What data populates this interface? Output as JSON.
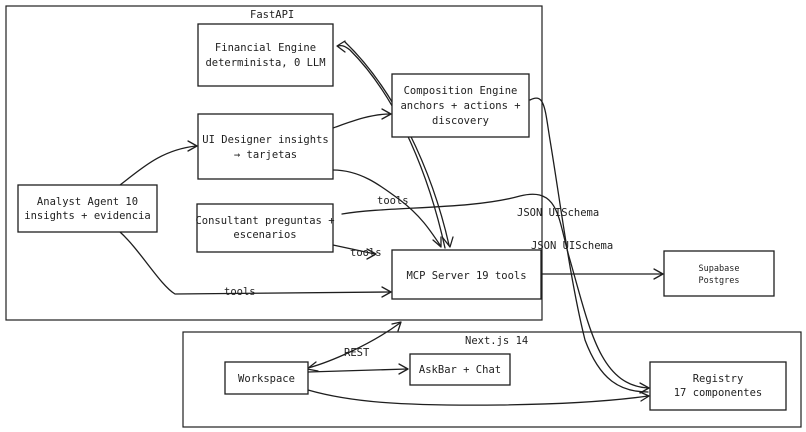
{
  "groups": {
    "fastapi": "FastAPI",
    "nextjs": "Next.js 14"
  },
  "nodes": {
    "financial": [
      "Financial Engine",
      "determinista, 0 LLM"
    ],
    "composition": [
      "Composition Engine",
      "anchors + actions +",
      "discovery"
    ],
    "ui_designer": [
      "UI Designer insights",
      "→ tarjetas"
    ],
    "analyst": [
      "Analyst Agent 10",
      "insights + evidencia"
    ],
    "consultant": [
      "Consultant preguntas +",
      "escenarios"
    ],
    "mcp": [
      "MCP Server 19 tools"
    ],
    "supabase": [
      "Supabase",
      "Postgres"
    ],
    "workspace": [
      "Workspace"
    ],
    "askbar": [
      "AskBar + Chat"
    ],
    "registry": [
      "Registry",
      "17 componentes"
    ]
  },
  "edge_labels": {
    "tools_ui": "tools",
    "tools_consultant": "tools",
    "tools_analyst": "tools",
    "json_1": "JSON UISchema",
    "json_2": "JSON UISchema",
    "rest": "REST"
  }
}
